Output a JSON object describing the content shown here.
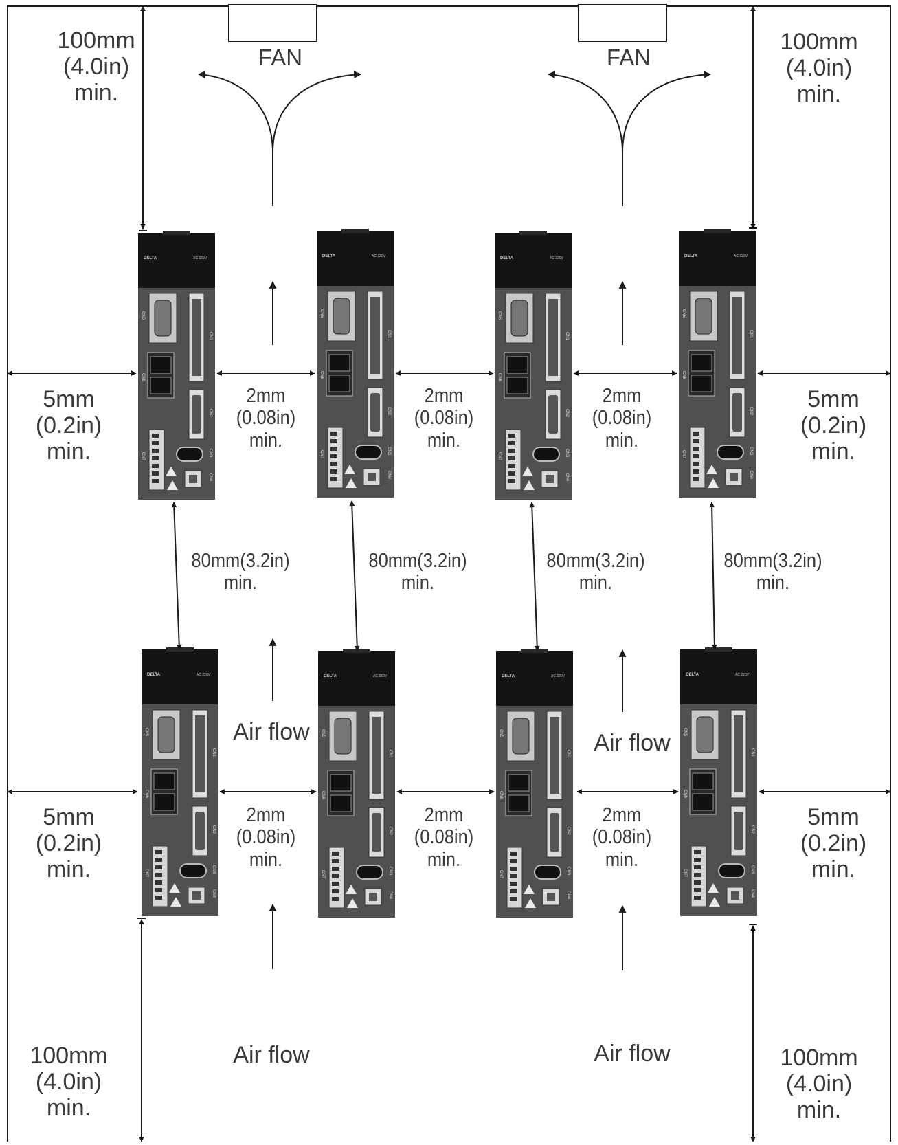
{
  "top_clearance": [
    "100mm",
    "(4.0in)",
    "min."
  ],
  "bottom_clearance": [
    "100mm",
    "(4.0in)",
    "min."
  ],
  "side_clearance": [
    "5mm",
    "(0.2in)",
    "min."
  ],
  "gap_clearance": [
    "2mm",
    "(0.08in)",
    "min."
  ],
  "vertical_clearance": [
    "80mm(3.2in)",
    "min."
  ],
  "fan_label": "FAN",
  "airflow_label": "Air flow",
  "drive": {
    "brand": "DELTA",
    "voltage": "AC 220V",
    "connectors": [
      "CN5",
      "CN1",
      "CN6",
      "CN2",
      "CN7",
      "CN3",
      "CN4"
    ]
  },
  "colors": {
    "drive_body": "#505050",
    "drive_top": "#141414",
    "line": "#1a1a1a",
    "text": "#3a3a3a"
  }
}
